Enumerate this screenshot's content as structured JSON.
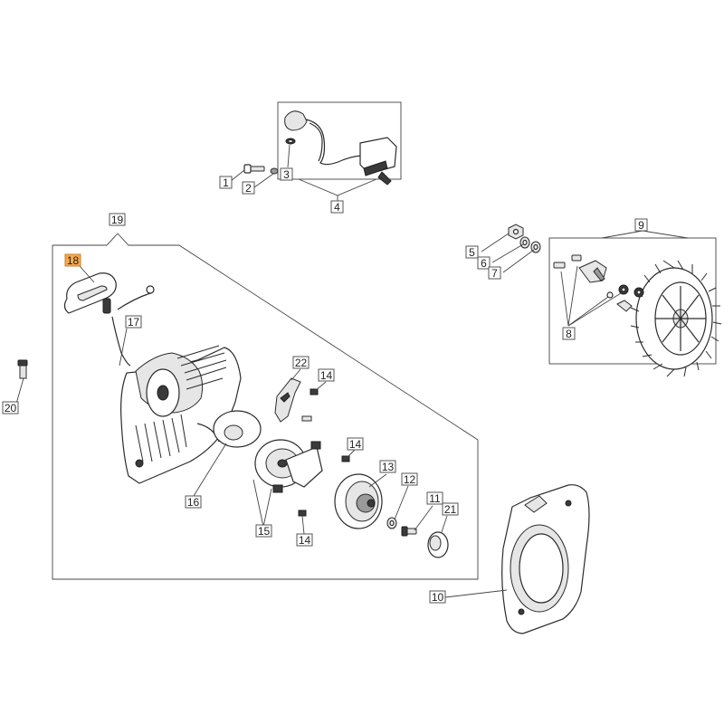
{
  "diagram": {
    "highlight_color": "#f7a94b",
    "callouts": [
      {
        "id": "c1",
        "label": "1"
      },
      {
        "id": "c2",
        "label": "2"
      },
      {
        "id": "c3",
        "label": "3"
      },
      {
        "id": "c4",
        "label": "4"
      },
      {
        "id": "c5",
        "label": "5"
      },
      {
        "id": "c6",
        "label": "6"
      },
      {
        "id": "c7",
        "label": "7"
      },
      {
        "id": "c8",
        "label": "8"
      },
      {
        "id": "c9",
        "label": "9"
      },
      {
        "id": "c10",
        "label": "10"
      },
      {
        "id": "c11",
        "label": "11"
      },
      {
        "id": "c12",
        "label": "12"
      },
      {
        "id": "c13",
        "label": "13"
      },
      {
        "id": "c14a",
        "label": "14"
      },
      {
        "id": "c14b",
        "label": "14"
      },
      {
        "id": "c14c",
        "label": "14"
      },
      {
        "id": "c15",
        "label": "15"
      },
      {
        "id": "c16",
        "label": "16"
      },
      {
        "id": "c17",
        "label": "17"
      },
      {
        "id": "c18",
        "label": "18",
        "highlighted": true
      },
      {
        "id": "c19",
        "label": "19"
      },
      {
        "id": "c20",
        "label": "20"
      },
      {
        "id": "c21",
        "label": "21"
      },
      {
        "id": "c22",
        "label": "22"
      }
    ]
  }
}
